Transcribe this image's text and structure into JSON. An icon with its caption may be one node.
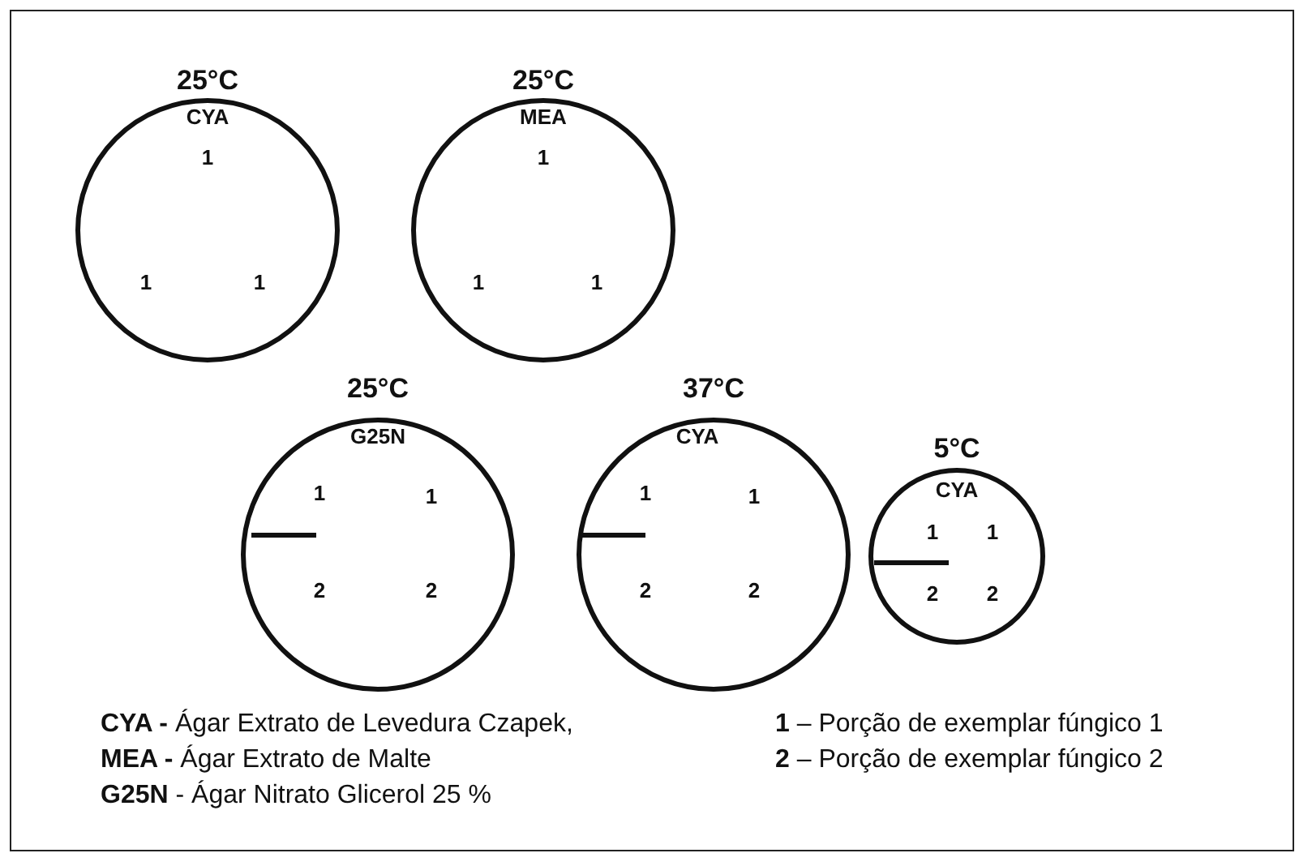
{
  "diagram": {
    "nodes": [
      {
        "text": [
          "25°C",
          "CYA",
          "1",
          "1",
          "1"
        ]
      },
      {
        "text": [
          "25°C",
          "MEA",
          "1",
          "1",
          "1"
        ]
      },
      {
        "text": [
          "25°C",
          "G25N",
          "1",
          "1",
          "2",
          "2"
        ]
      },
      {
        "text": [
          "37°C",
          "CYA",
          "1",
          "1",
          "2",
          "2"
        ]
      },
      {
        "text": [
          "5°C",
          "CYA",
          "1",
          "1",
          "2",
          "2"
        ]
      }
    ],
    "edges": [],
    "labels": [
      "**CYA -** Ágar Extrato de Levedura Czapek,",
      "**1** – Porção de exemplar fúngico 1",
      "**MEA -** Ágar Extrato de Malte",
      "**2** – Porção de exemplar fúngico 2",
      "**G25N** - Ágar Nitrato  Glicerol 25 %"
    ]
  }
}
